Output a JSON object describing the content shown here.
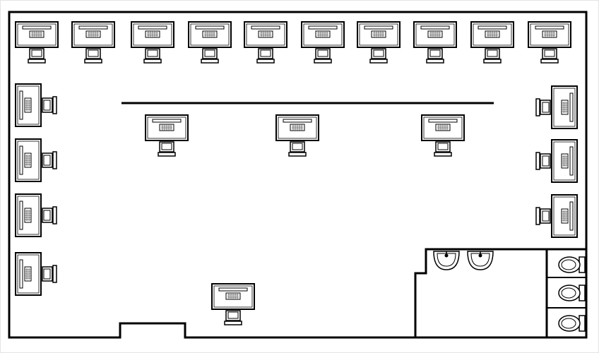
{
  "diagram": {
    "kind": "office-floor-plan",
    "colors": {
      "background": "#ffffff",
      "stroke": "#000000",
      "frame": "#e4e4e4"
    },
    "components": {
      "workstations_top_row": 10,
      "workstations_left_wall": 4,
      "workstations_right_wall": 3,
      "workstations_center_row": 3,
      "workstations_bottom": 1,
      "partition_line": 1,
      "restroom_sinks": 2,
      "restroom_toilets": 3
    },
    "icons": {
      "desk": "desk-icon",
      "monitor": "monitor-icon",
      "chair": "office-chair-icon",
      "keyboard": "keyboard-icon",
      "sink": "sink-icon",
      "toilet": "toilet-icon"
    }
  }
}
